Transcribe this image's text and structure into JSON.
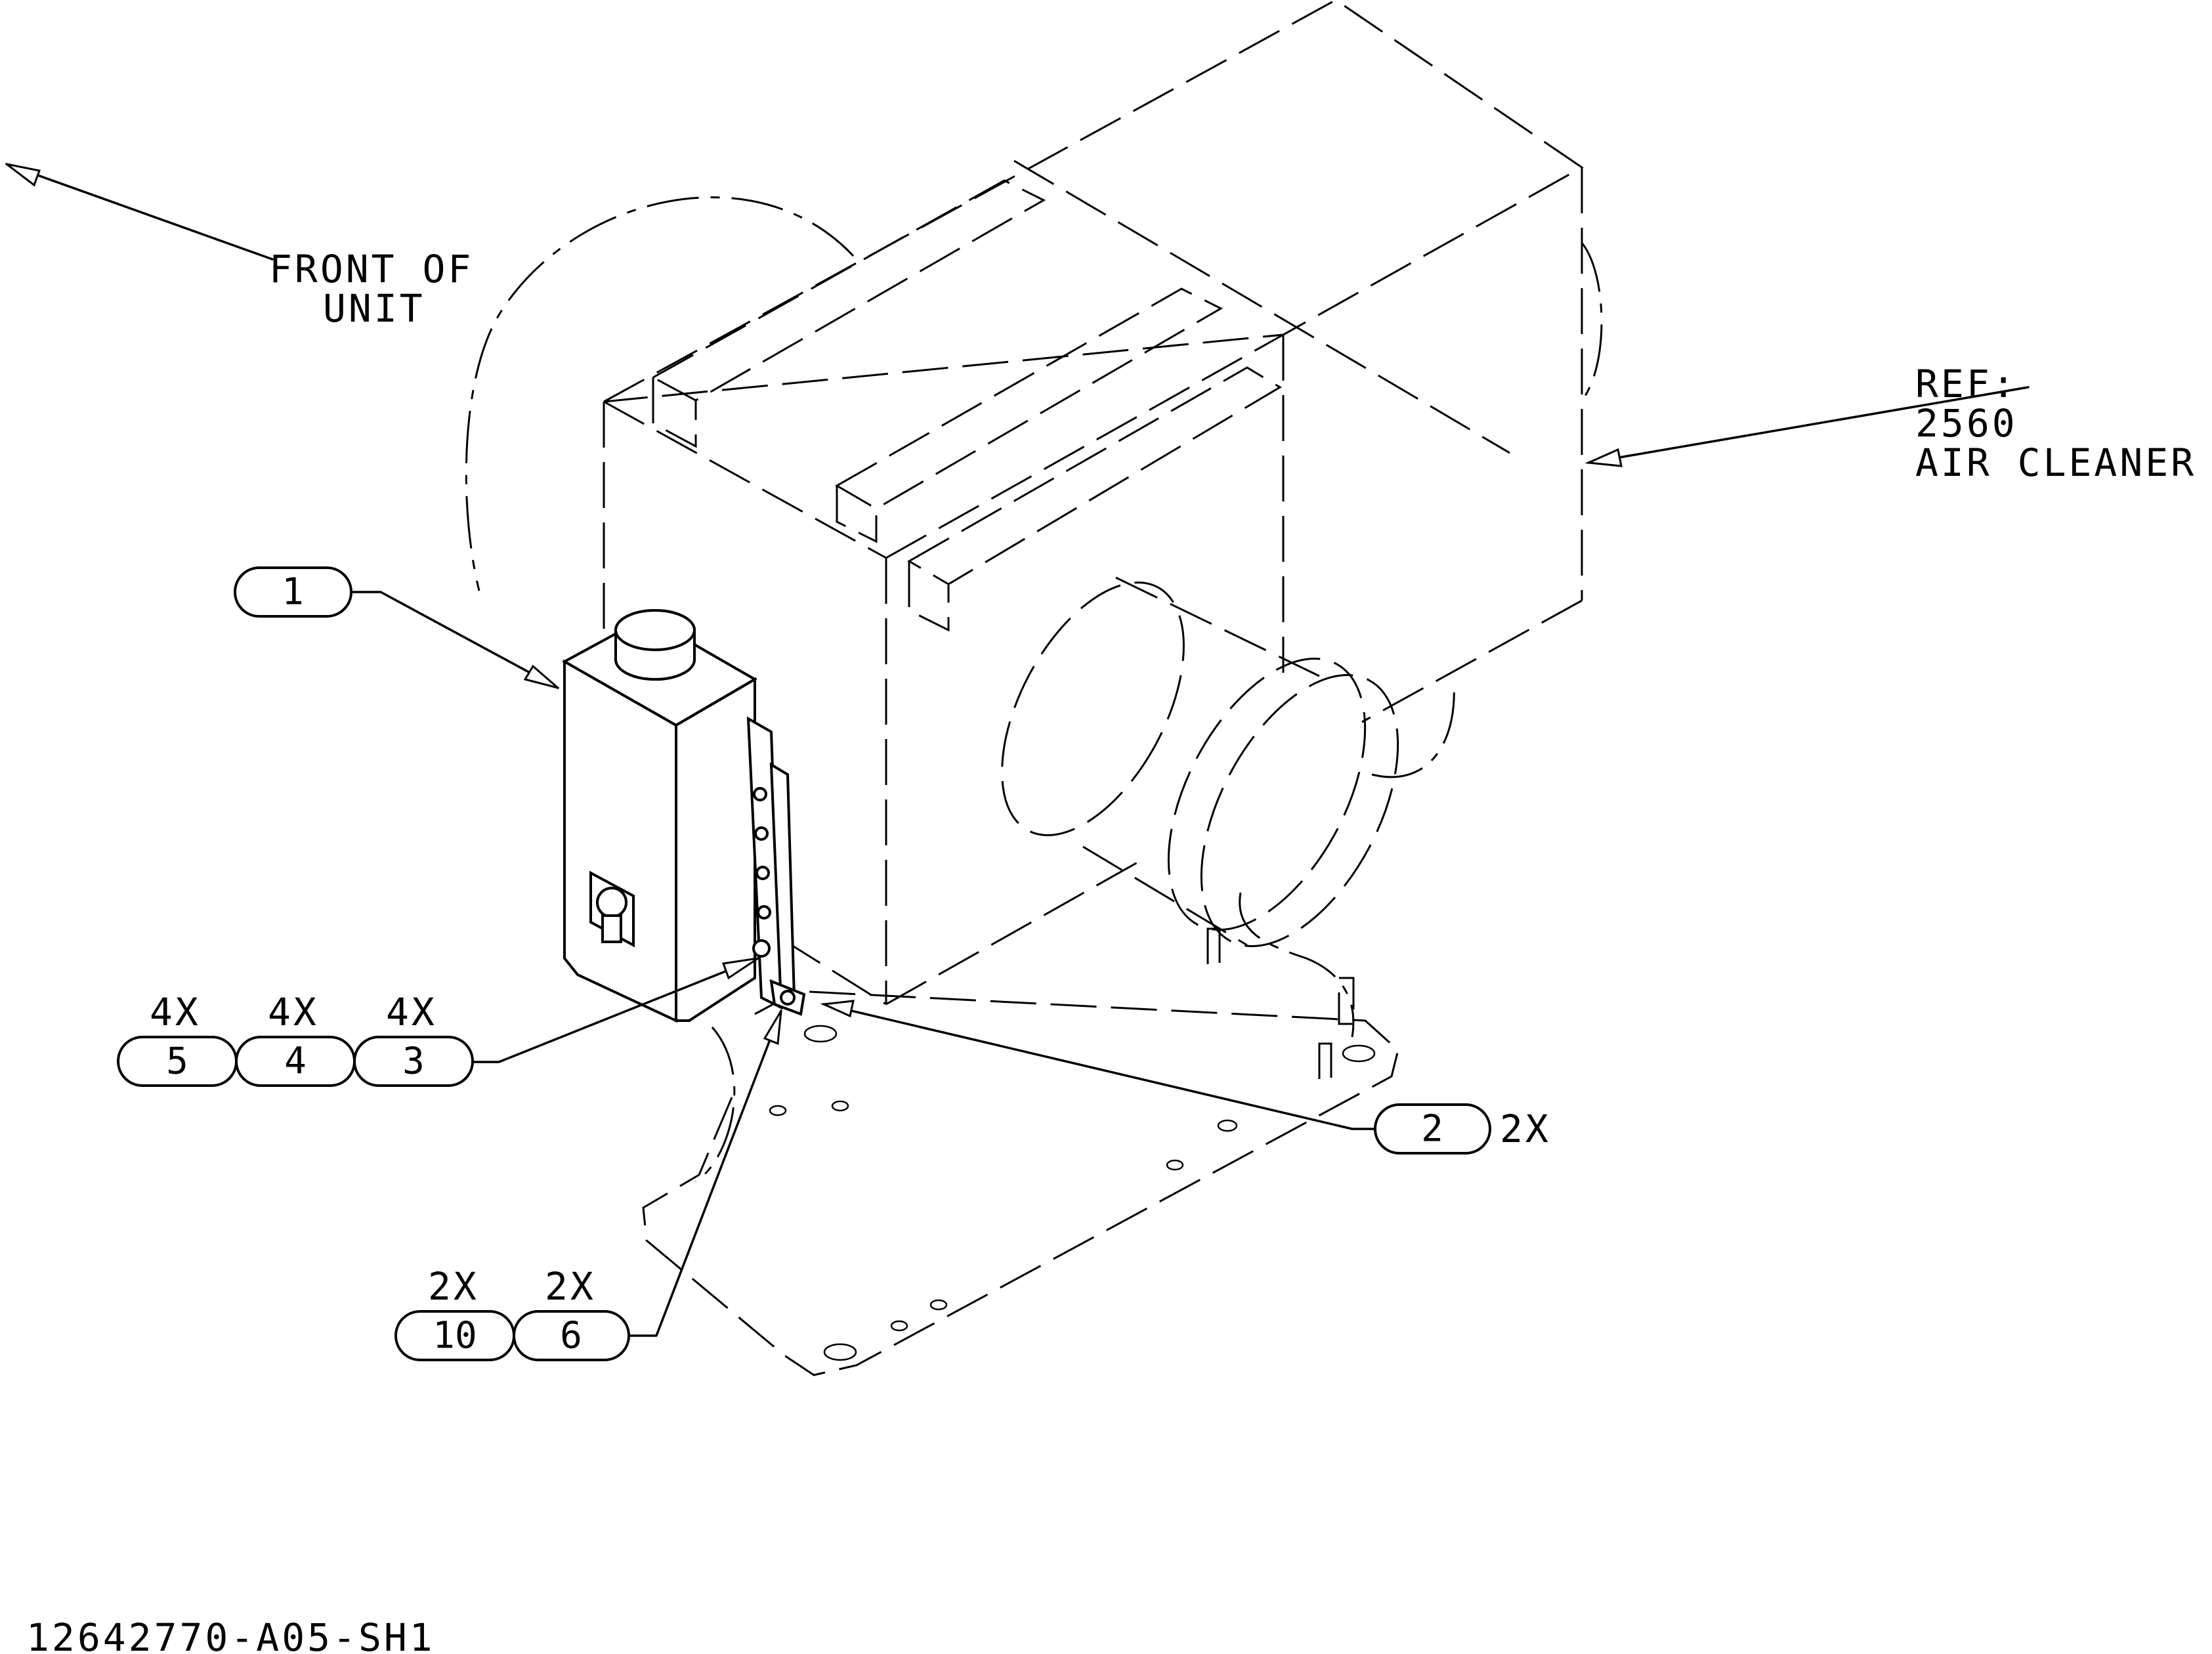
{
  "notes": {
    "front_of_unit": [
      "FRONT OF",
      "UNIT"
    ],
    "reference": [
      "REF:",
      "2560",
      "AIR CLEANER"
    ],
    "drawing_number": "12642770-A05-SH1"
  },
  "callouts": {
    "c1": {
      "item": "1",
      "qty": ""
    },
    "c2": {
      "item": "2",
      "qty": "2X"
    },
    "c3": {
      "item": "3",
      "qty": "4X"
    },
    "c4": {
      "item": "4",
      "qty": "4X"
    },
    "c5": {
      "item": "5",
      "qty": "4X"
    },
    "c6": {
      "item": "6",
      "qty": "2X"
    },
    "c10": {
      "item": "10",
      "qty": "2X"
    }
  }
}
